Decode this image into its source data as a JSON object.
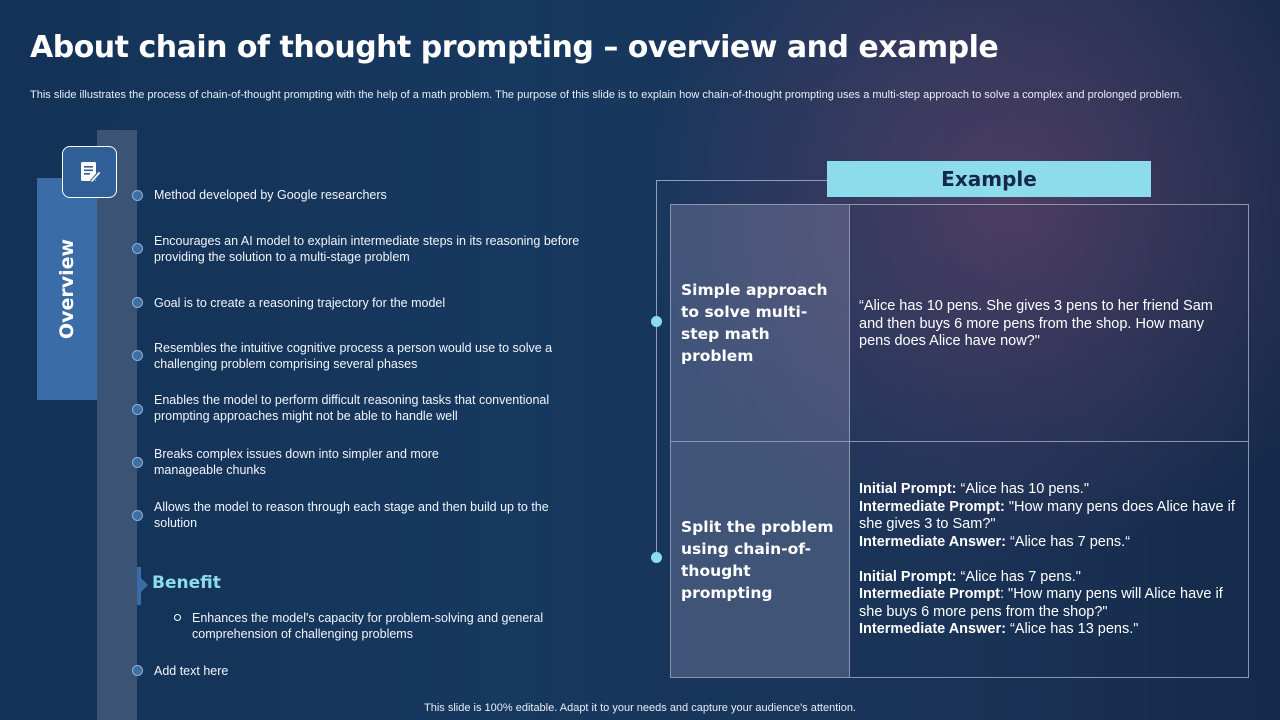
{
  "title": "About chain of thought prompting – overview and example",
  "subtitle": "This slide illustrates the process of chain-of-thought prompting with the help of a math problem. The purpose of this slide is to explain how chain-of-thought prompting uses a multi-step approach to solve a complex and prolonged problem.",
  "overview": {
    "label": "Overview",
    "icon": "document-edit-icon",
    "bullets": [
      "Method developed  by Google researchers",
      "Encourages  an AI model to explain intermediate  steps in its reasoning before  providing  the solution to a multi-stage problem",
      "Goal is to create a reasoning trajectory for the model",
      "Resembles the intuitive cognitive  process a person would use to solve  a challenging problem comprising several  phases",
      "Enables the model to perform difficult reasoning tasks that conventional prompting approaches might not be able to handle  well",
      "Breaks complex issues down into simpler and more manageable chunks",
      "Allows the model to reason through each stage and then build up to the solution"
    ],
    "benefit": {
      "title": "Benefit",
      "text": "Enhances the model's capacity for problem-solving  and general comprehension  of challenging problems"
    },
    "last_bullet": "Add text here"
  },
  "example": {
    "header": "Example",
    "rows": [
      {
        "label": "Simple approach to solve multi-step math problem",
        "text": "“Alice has 10 pens. She gives 3 pens to her friend Sam and then buys 6 more pens from the shop. How many pens does Alice have now?\""
      },
      {
        "label": "Split the problem using chain-of-thought prompting",
        "steps": [
          {
            "k": "Initial Prompt:",
            "v": " “Alice has 10 pens.\""
          },
          {
            "k": "Intermediate Prompt:",
            "v": " \"How many pens does Alice have if she gives 3 to Sam?\""
          },
          {
            "k": "Intermediate Answer:",
            "v": " “Alice has 7 pens.“"
          },
          {
            "k": "Initial Prompt:",
            "v": " “Alice has 7 pens.\""
          },
          {
            "k": "Intermediate Prompt",
            "v": ": \"How many pens will Alice have if she buys 6 more pens from the shop?\""
          },
          {
            "k": "Intermediate Answer:",
            "v": " “Alice has 13 pens.\""
          }
        ]
      }
    ]
  },
  "footer": "This slide is 100% editable. Adapt it to your needs and capture your audience's attention."
}
